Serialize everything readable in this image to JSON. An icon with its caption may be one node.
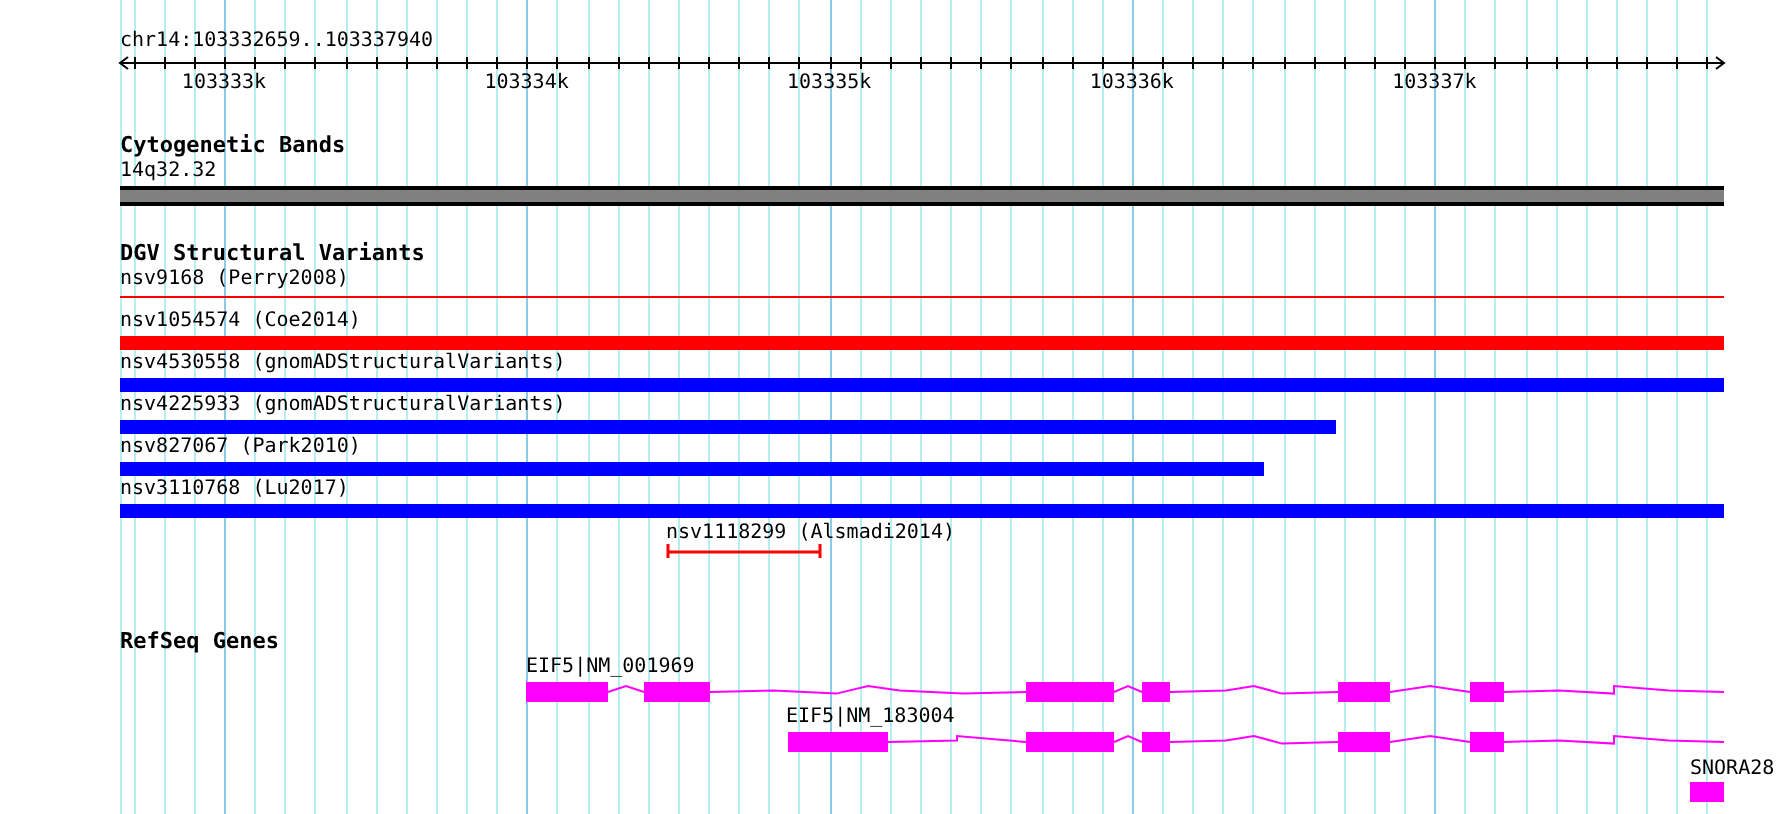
{
  "diagram": {
    "nodes": [
      {
        "text": [
          "14q32.32"
        ]
      },
      {
        "text": [
          "nsv9168 (Perry2008)"
        ]
      },
      {
        "text": [
          "nsv1054574 (Coe2014)"
        ]
      },
      {
        "text": [
          "nsv4530558 (gnomADStructuralVariants)"
        ]
      },
      {
        "text": [
          "nsv4225933 (gnomADStructuralVariants)"
        ]
      },
      {
        "text": [
          "nsv827067 (Park2010)"
        ]
      },
      {
        "text": [
          "nsv3110768 (Lu2017)"
        ]
      },
      {
        "text": [
          "nsv1118299 (Alsmadi2014)"
        ]
      },
      {
        "text": [
          "EIF5|NM_001969"
        ]
      },
      {
        "text": [
          "EIF5|NM_183004"
        ]
      },
      {
        "text": [
          "SNORA28"
        ]
      }
    ],
    "labels": [
      "chr14:103332659..103337940",
      "103333k",
      "103334k",
      "103335k",
      "103336k",
      "103337k",
      "Cytogenetic Bands",
      "DGV Structural Variants",
      "RefSeq Genes"
    ]
  }
}
